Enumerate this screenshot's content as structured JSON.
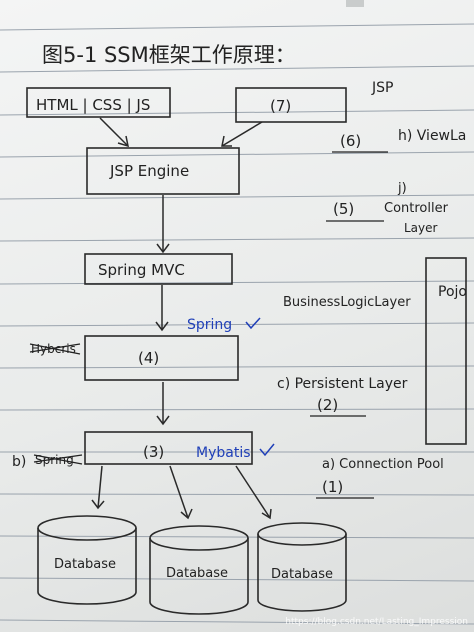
{
  "title": "图5-1 SSM框架工作原理：",
  "top_left_box": "HTML | CSS | JS",
  "top_right_box": "(7)",
  "jsp_note": "JSP",
  "jsp_engine": "JSP Engine",
  "spring_mvc": "Spring MVC",
  "spring_note": "Spring",
  "box4_crossed": "Hybcris",
  "box4": "(4)",
  "box3_prefix": "b)",
  "box3_crossed": "Spring",
  "box3": "(3)",
  "mybatis_note": "Mybatis",
  "view_num": "(6)",
  "view_label": "h) ViewLa",
  "controller_letter": "j)",
  "controller_num": "(5)",
  "controller_label": "Controller",
  "controller_label2": "Layer",
  "pojo": "Pojo",
  "business": "BusinessLogicLayer",
  "persistent_label": "c) Persistent Layer",
  "persistent_num": "(2)",
  "connection_label": "a) Connection Pool",
  "connection_num": "(1)",
  "databases": [
    "Database",
    "Database",
    "Database"
  ],
  "watermark": "https://blog.csdn.net/Lasting_Impression"
}
